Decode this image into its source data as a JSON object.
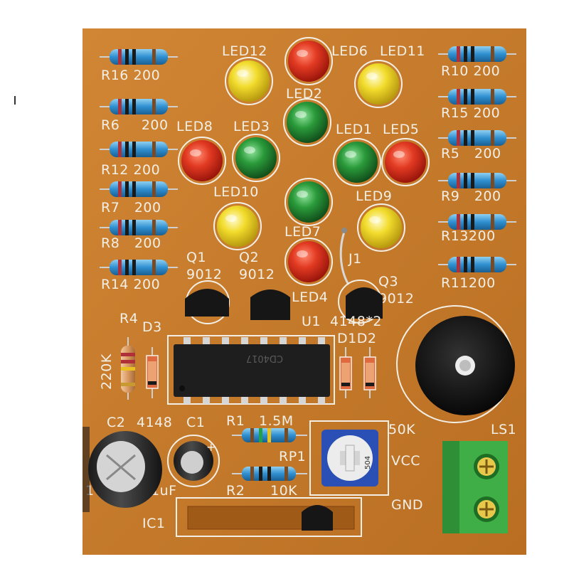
{
  "board": {
    "resistors": [
      {
        "ref": "R16",
        "value": "200"
      },
      {
        "ref": "R6",
        "value": "200"
      },
      {
        "ref": "R12",
        "value": "200"
      },
      {
        "ref": "R7",
        "value": "200"
      },
      {
        "ref": "R8",
        "value": "200"
      },
      {
        "ref": "R14",
        "value": "200"
      },
      {
        "ref": "R10",
        "value": "200"
      },
      {
        "ref": "R15",
        "value": "200"
      },
      {
        "ref": "R5",
        "value": "200"
      },
      {
        "ref": "R9",
        "value": "200"
      },
      {
        "ref": "R13",
        "value": "200"
      },
      {
        "ref": "R11",
        "value": "200"
      }
    ],
    "leds": [
      "LED12",
      "LED6",
      "LED11",
      "LED2",
      "LED8",
      "LED3",
      "LED1",
      "LED5",
      "LED10",
      "LED9",
      "LED7",
      "LED4"
    ],
    "transistors": [
      {
        "ref": "Q1",
        "part": "9012"
      },
      {
        "ref": "Q2",
        "part": "9012"
      },
      {
        "ref": "Q3",
        "part": "9012"
      }
    ],
    "other_labels": {
      "j1": "J1",
      "r4": "R4",
      "d3": "D3",
      "r4_value": "220K",
      "u1": "U1",
      "diode_spec": "4148*2",
      "d1d2": "D1D2",
      "c2": "C2",
      "c2_part": "4148",
      "c1": "C1",
      "r1": "R1",
      "r1_value": "1.5M",
      "pot_value": "50K",
      "ls1": "LS1",
      "rp1": "RP1",
      "vcc": "VCC",
      "gnd": "GND",
      "r2": "R2",
      "r2_value": "10K",
      "c1_value": "1uF",
      "c2_value_partial": "1",
      "ic1": "IC1",
      "chip_marking": "CD4017",
      "pot_marking": "504"
    },
    "colors": {
      "pcb": "#c47a2a",
      "led_red": "#e23a22",
      "led_yellow": "#f2dc2c",
      "led_green": "#2a9a3a",
      "terminal_block": "#3fae46"
    }
  }
}
